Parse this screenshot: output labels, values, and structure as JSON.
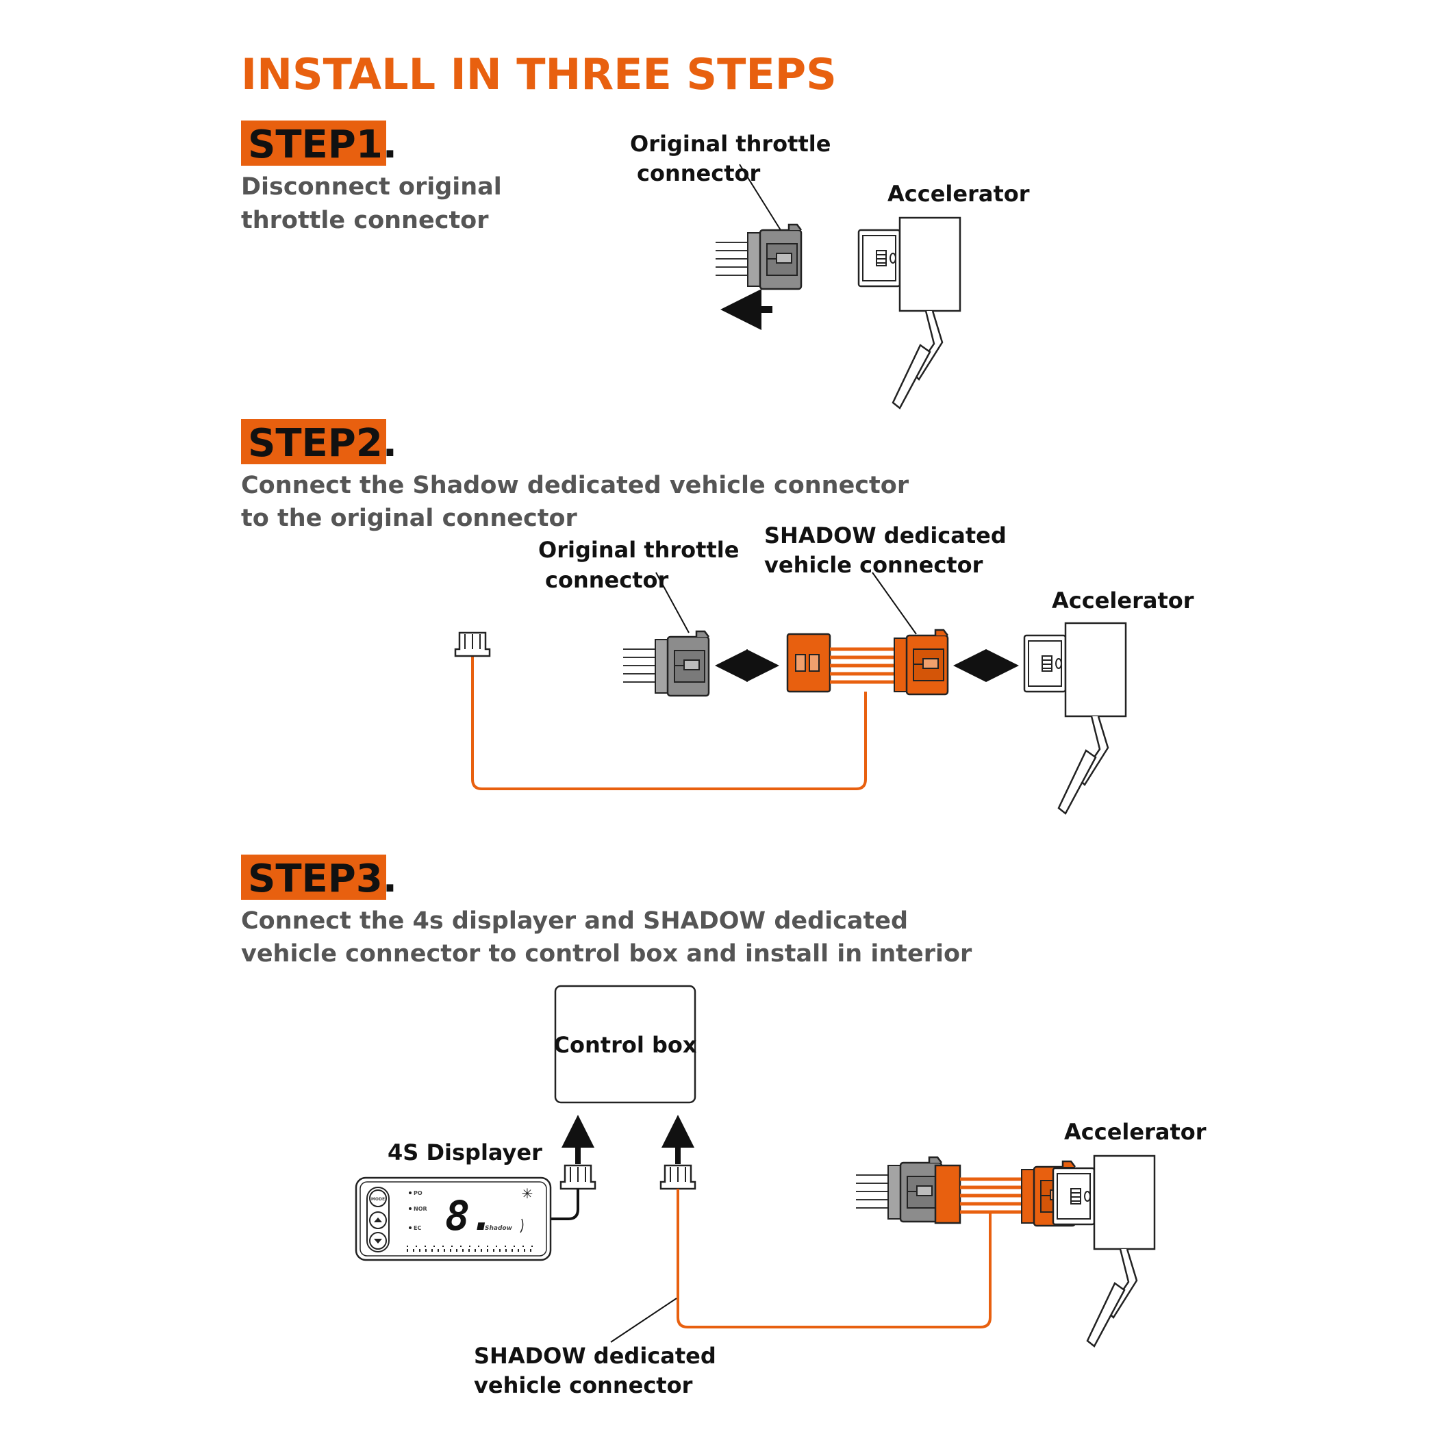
{
  "title": "INSTALL IN THREE STEPS",
  "colors": {
    "accent": "#e8600f",
    "connector_gray": "#8c8c8c",
    "text_dark": "#111111",
    "text_gray": "#555555"
  },
  "steps": [
    {
      "badge": "STEP1.",
      "desc_lines": [
        "Disconnect original",
        "throttle connector"
      ],
      "labels": {
        "orig_line1": "Original throttle",
        "orig_line2": "connector",
        "accelerator": "Accelerator"
      }
    },
    {
      "badge": "STEP2.",
      "desc_lines": [
        "Connect the Shadow dedicated vehicle connector",
        "to the original connector"
      ],
      "labels": {
        "orig_line1": "Original throttle",
        "orig_line2": "connector",
        "shadow_line1": "SHADOW dedicated",
        "shadow_line2": "vehicle connector",
        "accelerator": "Accelerator"
      }
    },
    {
      "badge": "STEP3.",
      "desc_lines": [
        "Connect the 4s displayer and SHADOW dedicated",
        "vehicle connector to control box and install in interior"
      ],
      "labels": {
        "control_box": "Control box",
        "displayer": "4S Displayer",
        "accelerator": "Accelerator",
        "shadow_line1": "SHADOW dedicated",
        "shadow_line2": "vehicle connector"
      }
    }
  ],
  "displayer": {
    "mode": "MODE",
    "modes": [
      "PO",
      "NOR",
      "EC"
    ],
    "digit": "8.",
    "brand": "Shadow",
    "icons": [
      "up-arrow-icon",
      "down-arrow-icon",
      "snowflake-icon"
    ]
  }
}
